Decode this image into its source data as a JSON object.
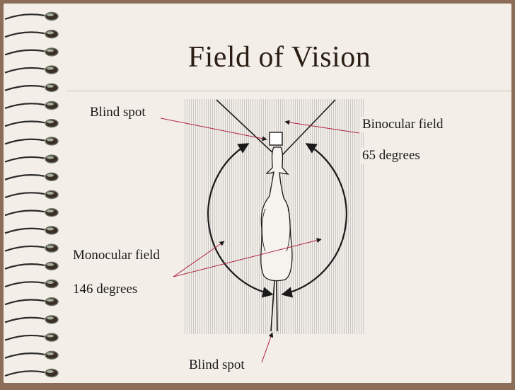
{
  "slide": {
    "title": "Field of Vision"
  },
  "labels": {
    "blind_spot_top": "Blind spot",
    "binocular_field": "Binocular field",
    "binocular_degrees": "65 degrees",
    "monocular_field": "Monocular field",
    "monocular_degrees": "146 degrees",
    "blind_spot_bottom": "Blind spot"
  },
  "colors": {
    "frame": "#8b6d58",
    "page": "#f3efe8",
    "ink": "#1a1a1a",
    "hatch": "#c9c9c9"
  }
}
